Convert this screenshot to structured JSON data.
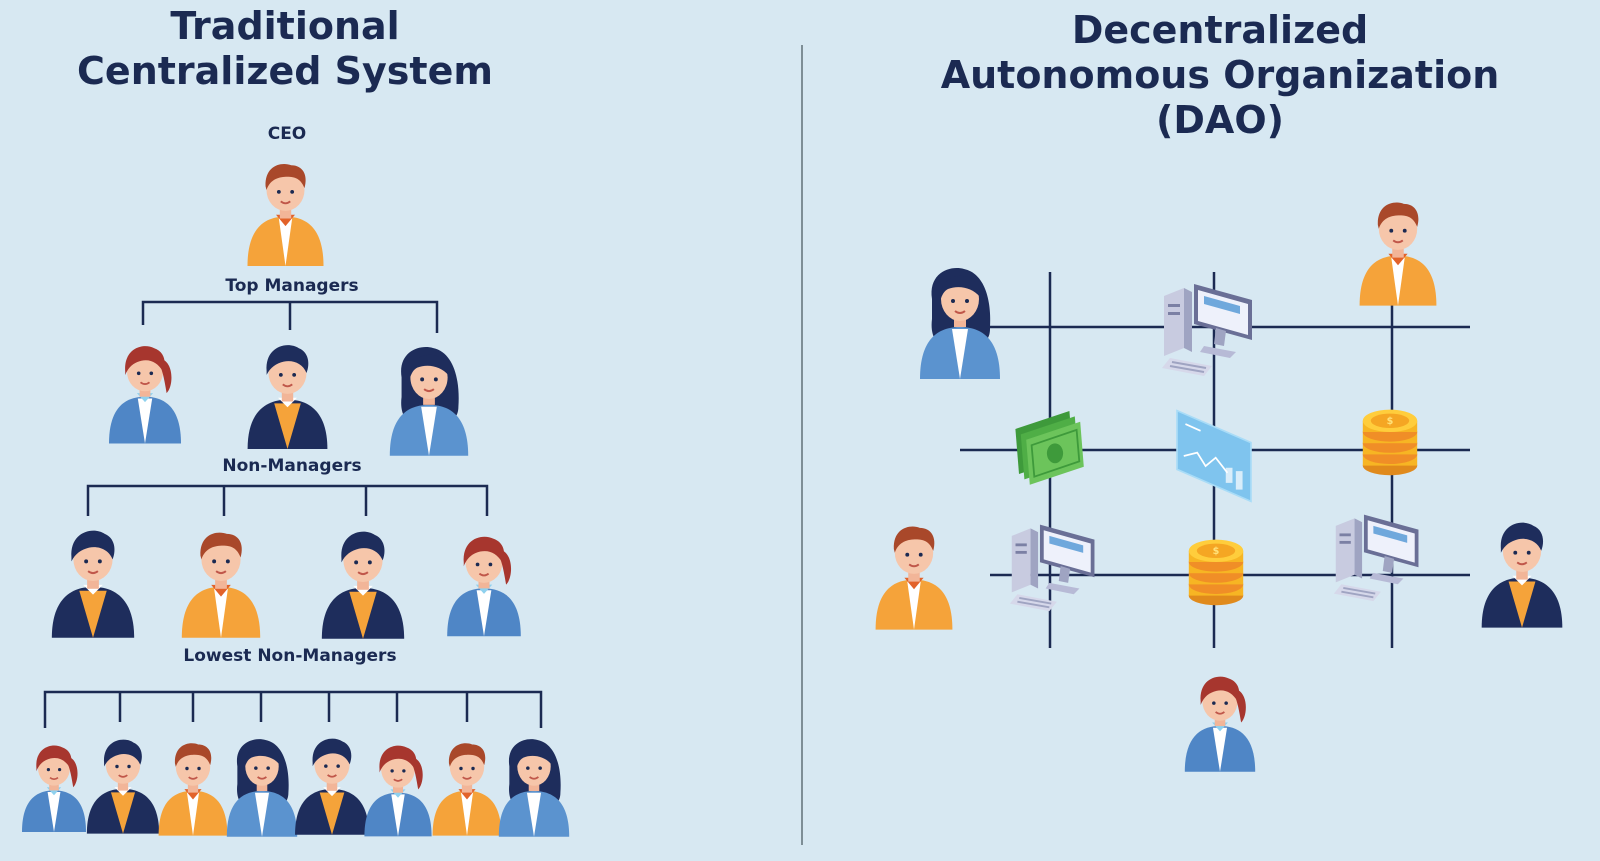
{
  "left": {
    "title_line1": "Traditional",
    "title_line2": "Centralized System",
    "levels": [
      "CEO",
      "Top Managers",
      "Non-Managers",
      "Lowest Non-Managers"
    ]
  },
  "right": {
    "title_line1": "Decentralized",
    "title_line2": "Autonomous Organization (DAO)"
  },
  "colors": {
    "background": "#d7e8f2",
    "title": "#1b2a52",
    "line": "#1b2a52",
    "orange": "#f5a33a",
    "blue": "#4f86c6",
    "navy": "#1e2d5c",
    "money": "#5dbb46",
    "coin": "#f7b523"
  }
}
